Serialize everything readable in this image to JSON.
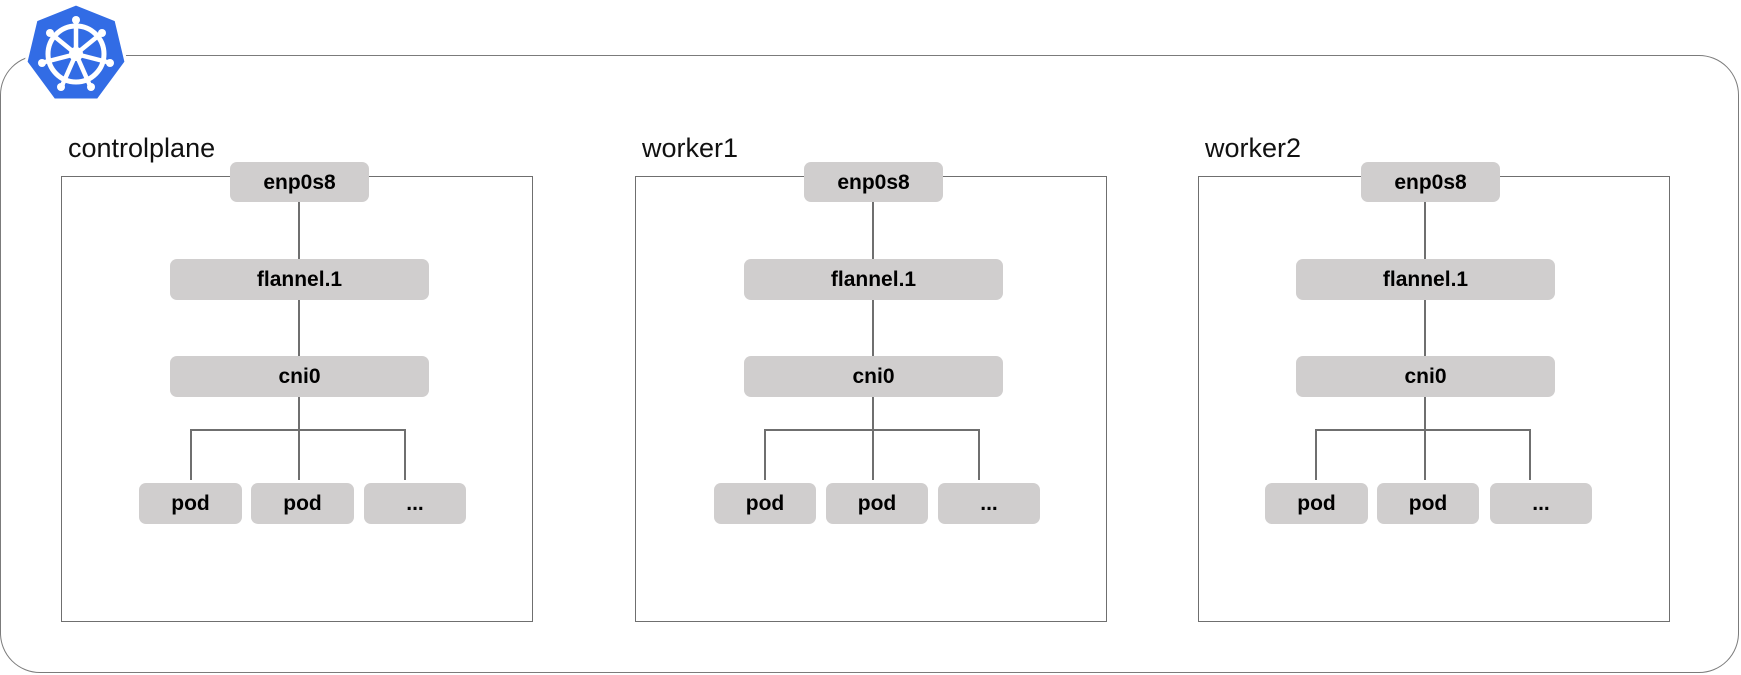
{
  "logo": {
    "icon": "kubernetes-helm-icon",
    "color": "#326ce5"
  },
  "colors": {
    "frame_border": "#7b7b7b",
    "node_border": "#6f6f6f",
    "pill_fill": "#d0cece"
  },
  "nodes": [
    {
      "name": "controlplane",
      "interfaces": {
        "physical": "enp0s8",
        "overlay": "flannel.1",
        "bridge": "cni0"
      },
      "pods": [
        "pod",
        "pod",
        "..."
      ]
    },
    {
      "name": "worker1",
      "interfaces": {
        "physical": "enp0s8",
        "overlay": "flannel.1",
        "bridge": "cni0"
      },
      "pods": [
        "pod",
        "pod",
        "..."
      ]
    },
    {
      "name": "worker2",
      "interfaces": {
        "physical": "enp0s8",
        "overlay": "flannel.1",
        "bridge": "cni0"
      },
      "pods": [
        "pod",
        "pod",
        "..."
      ]
    }
  ]
}
